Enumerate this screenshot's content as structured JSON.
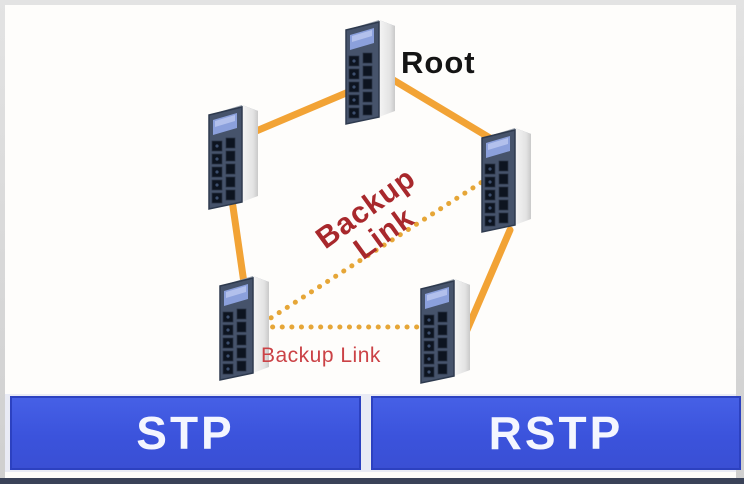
{
  "diagram": {
    "root_label": "Root",
    "backup_label_rotated": {
      "line1": "Backup",
      "line2": "Link"
    },
    "backup_label_horizontal": "Backup Link",
    "nodes": [
      {
        "id": "root-switch",
        "role": "root bridge"
      },
      {
        "id": "left-switch",
        "role": "member"
      },
      {
        "id": "right-switch",
        "role": "member"
      },
      {
        "id": "bottom-left-switch",
        "role": "member"
      },
      {
        "id": "bottom-right-switch",
        "role": "member"
      }
    ],
    "links": {
      "active_count": 4,
      "backup_count": 2,
      "active_style": "solid",
      "backup_style": "dotted"
    },
    "colors": {
      "active_link": "#f2a335",
      "backup_link": "#e6a637",
      "backup_text_dark": "#a8282c",
      "backup_text_bright": "#cb4246",
      "root_text": "#141414"
    }
  },
  "buttons": {
    "stp_label": "STP",
    "rstp_label": "RSTP",
    "fill_color": "#3b53dc",
    "text_color": "#ffffff"
  }
}
